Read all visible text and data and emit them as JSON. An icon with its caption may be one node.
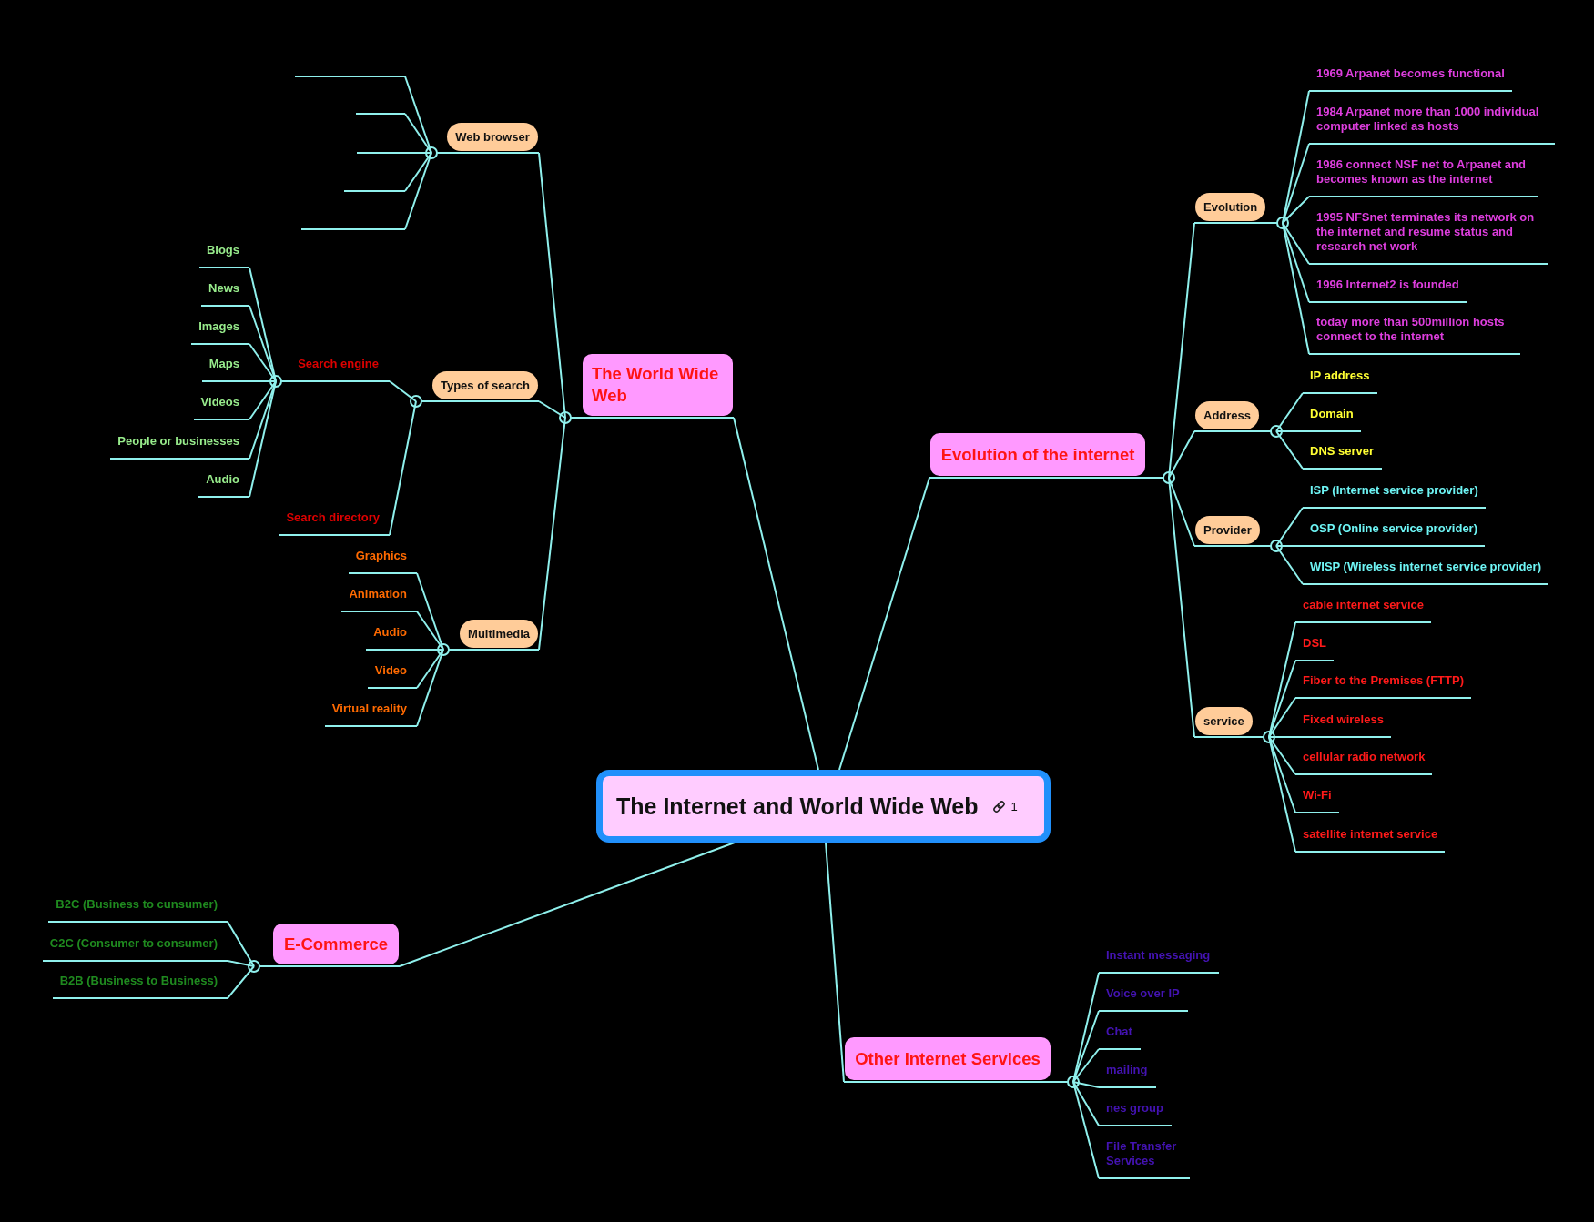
{
  "diagram": {
    "nodes": [
      {
        "text": [
          "The Internet and World Wide Web",
          "1"
        ]
      },
      {
        "text": [
          "The World Wide Web"
        ]
      },
      {
        "text": [
          "Web browser"
        ]
      },
      {
        "text": [],
        "shape": "line"
      },
      {
        "text": [],
        "shape": "line"
      },
      {
        "text": [],
        "shape": "line"
      },
      {
        "text": [],
        "shape": "line"
      },
      {
        "text": [],
        "shape": "line"
      },
      {
        "text": [
          "Types of search"
        ]
      },
      {
        "text": [
          "Search engine"
        ]
      },
      {
        "text": [
          "Blogs"
        ]
      },
      {
        "text": [
          "News"
        ]
      },
      {
        "text": [
          "Images"
        ]
      },
      {
        "text": [
          "Maps"
        ]
      },
      {
        "text": [
          "Videos"
        ]
      },
      {
        "text": [
          "People or businesses"
        ]
      },
      {
        "text": [
          "Audio"
        ]
      },
      {
        "text": [
          "Search directory"
        ]
      },
      {
        "text": [
          "Multimedia"
        ]
      },
      {
        "text": [
          "Graphics"
        ]
      },
      {
        "text": [
          "Animation"
        ]
      },
      {
        "text": [
          "Audio"
        ]
      },
      {
        "text": [
          "Video"
        ]
      },
      {
        "text": [
          "Virtual reality"
        ]
      },
      {
        "text": [
          "Evolution of the internet"
        ]
      },
      {
        "text": [
          "Evolution"
        ]
      },
      {
        "text": [
          "1969 Arpanet becomes functional"
        ]
      },
      {
        "text": [
          "1984 Arpanet more than 1000 individual computer linked as hosts"
        ]
      },
      {
        "text": [
          "1986 connect NSF net to Arpanet and becomes known as the internet"
        ]
      },
      {
        "text": [
          "1995 NFSnet terminates its network on the internet and resume status and research net work"
        ]
      },
      {
        "text": [
          "1996 Internet2 is founded"
        ]
      },
      {
        "text": [
          "today more than 500million hosts connect to the internet"
        ]
      },
      {
        "text": [
          "Address"
        ]
      },
      {
        "text": [
          "IP address"
        ]
      },
      {
        "text": [
          "Domain"
        ]
      },
      {
        "text": [
          "DNS server"
        ]
      },
      {
        "text": [
          "Provider"
        ]
      },
      {
        "text": [
          "ISP (Internet service provider)"
        ]
      },
      {
        "text": [
          "OSP (Online service provider)"
        ]
      },
      {
        "text": [
          "WISP (Wireless internet service provider)"
        ]
      },
      {
        "text": [
          "service"
        ]
      },
      {
        "text": [
          "cable internet service"
        ]
      },
      {
        "text": [
          "DSL"
        ]
      },
      {
        "text": [
          "Fiber to the Premises (FTTP)"
        ]
      },
      {
        "text": [
          "Fixed wireless"
        ]
      },
      {
        "text": [
          "cellular radio network"
        ]
      },
      {
        "text": [
          "Wi-Fi"
        ]
      },
      {
        "text": [
          "satellite internet service"
        ]
      },
      {
        "text": [
          "E-Commerce"
        ]
      },
      {
        "text": [
          "B2C (Business to cunsumer)"
        ]
      },
      {
        "text": [
          "C2C (Consumer to consumer)"
        ]
      },
      {
        "text": [
          "B2B (Business to Business)"
        ]
      },
      {
        "text": [
          "Other Internet Services"
        ]
      },
      {
        "text": [
          "Instant messaging"
        ]
      },
      {
        "text": [
          "Voice over IP"
        ]
      },
      {
        "text": [
          "Chat"
        ]
      },
      {
        "text": [
          "mailing"
        ]
      },
      {
        "text": [
          "nes group"
        ]
      },
      {
        "text": [
          "File Transfer Services"
        ]
      }
    ],
    "edges": [
      {
        "from": 0,
        "to": 1,
        "arrow": "none"
      },
      {
        "from": 1,
        "to": 2,
        "arrow": "none"
      },
      {
        "from": 2,
        "to": 3,
        "arrow": "none"
      },
      {
        "from": 2,
        "to": 4,
        "arrow": "none"
      },
      {
        "from": 2,
        "to": 5,
        "arrow": "none"
      },
      {
        "from": 2,
        "to": 6,
        "arrow": "none"
      },
      {
        "from": 2,
        "to": 7,
        "arrow": "none"
      },
      {
        "from": 1,
        "to": 8,
        "arrow": "none"
      },
      {
        "from": 8,
        "to": 9,
        "arrow": "none"
      },
      {
        "from": 9,
        "to": 10,
        "arrow": "none"
      },
      {
        "from": 9,
        "to": 11,
        "arrow": "none"
      },
      {
        "from": 9,
        "to": 12,
        "arrow": "none"
      },
      {
        "from": 9,
        "to": 13,
        "arrow": "none"
      },
      {
        "from": 9,
        "to": 14,
        "arrow": "none"
      },
      {
        "from": 9,
        "to": 15,
        "arrow": "none"
      },
      {
        "from": 9,
        "to": 16,
        "arrow": "none"
      },
      {
        "from": 8,
        "to": 17,
        "arrow": "none"
      },
      {
        "from": 1,
        "to": 18,
        "arrow": "none"
      },
      {
        "from": 18,
        "to": 19,
        "arrow": "none"
      },
      {
        "from": 18,
        "to": 20,
        "arrow": "none"
      },
      {
        "from": 18,
        "to": 21,
        "arrow": "none"
      },
      {
        "from": 18,
        "to": 22,
        "arrow": "none"
      },
      {
        "from": 18,
        "to": 23,
        "arrow": "none"
      },
      {
        "from": 0,
        "to": 24,
        "arrow": "none"
      },
      {
        "from": 24,
        "to": 25,
        "arrow": "none"
      },
      {
        "from": 25,
        "to": 26,
        "arrow": "none"
      },
      {
        "from": 25,
        "to": 27,
        "arrow": "none"
      },
      {
        "from": 25,
        "to": 28,
        "arrow": "none"
      },
      {
        "from": 25,
        "to": 29,
        "arrow": "none"
      },
      {
        "from": 25,
        "to": 30,
        "arrow": "none"
      },
      {
        "from": 25,
        "to": 31,
        "arrow": "none"
      },
      {
        "from": 24,
        "to": 32,
        "arrow": "none"
      },
      {
        "from": 32,
        "to": 33,
        "arrow": "none"
      },
      {
        "from": 32,
        "to": 34,
        "arrow": "none"
      },
      {
        "from": 32,
        "to": 35,
        "arrow": "none"
      },
      {
        "from": 24,
        "to": 36,
        "arrow": "none"
      },
      {
        "from": 36,
        "to": 37,
        "arrow": "none"
      },
      {
        "from": 36,
        "to": 38,
        "arrow": "none"
      },
      {
        "from": 36,
        "to": 39,
        "arrow": "none"
      },
      {
        "from": 24,
        "to": 40,
        "arrow": "none"
      },
      {
        "from": 40,
        "to": 41,
        "arrow": "none"
      },
      {
        "from": 40,
        "to": 42,
        "arrow": "none"
      },
      {
        "from": 40,
        "to": 43,
        "arrow": "none"
      },
      {
        "from": 40,
        "to": 44,
        "arrow": "none"
      },
      {
        "from": 40,
        "to": 45,
        "arrow": "none"
      },
      {
        "from": 40,
        "to": 46,
        "arrow": "none"
      },
      {
        "from": 40,
        "to": 47,
        "arrow": "none"
      },
      {
        "from": 0,
        "to": 48,
        "arrow": "none"
      },
      {
        "from": 48,
        "to": 49,
        "arrow": "none"
      },
      {
        "from": 48,
        "to": 50,
        "arrow": "none"
      },
      {
        "from": 48,
        "to": 51,
        "arrow": "none"
      },
      {
        "from": 0,
        "to": 52,
        "arrow": "none"
      },
      {
        "from": 52,
        "to": 53,
        "arrow": "none"
      },
      {
        "from": 52,
        "to": 54,
        "arrow": "none"
      },
      {
        "from": 52,
        "to": 55,
        "arrow": "none"
      },
      {
        "from": 52,
        "to": 56,
        "arrow": "none"
      },
      {
        "from": 52,
        "to": 57,
        "arrow": "none"
      },
      {
        "from": 52,
        "to": 58,
        "arrow": "none"
      }
    ]
  }
}
